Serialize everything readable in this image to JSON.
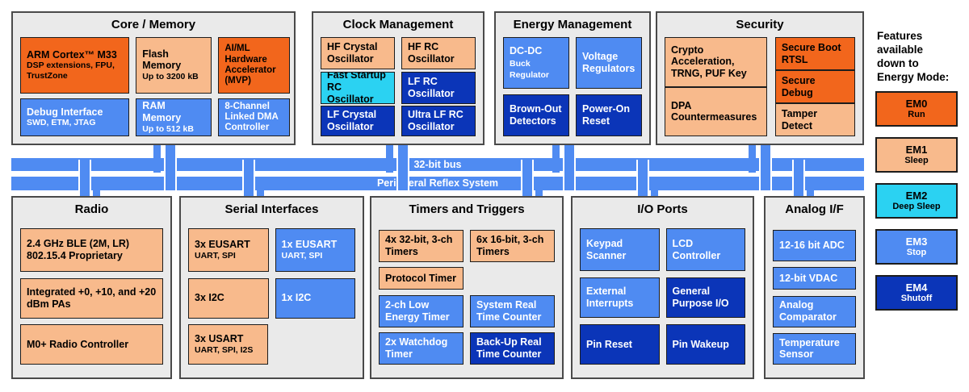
{
  "diagram": {
    "colors": {
      "orange": "#F2661C",
      "peach": "#F8BA8C",
      "cyan": "#2BD2F2",
      "blue": "#4F8BF2",
      "navy": "#0B35B8",
      "bus": "#4F8BF2",
      "section_bg": "#EAEAEA"
    },
    "buses": [
      {
        "label": "32-bit bus"
      },
      {
        "label": "Peripheral Reflex System"
      }
    ],
    "legend": {
      "heading": "Features\navailable\ndown to\nEnergy Mode:",
      "modes": [
        {
          "name": "EM0",
          "desc": "Run",
          "bg": "#F2661C",
          "fg": "#000000"
        },
        {
          "name": "EM1",
          "desc": "Sleep",
          "bg": "#F8BA8C",
          "fg": "#000000"
        },
        {
          "name": "EM2",
          "desc": "Deep Sleep",
          "bg": "#2BD2F2",
          "fg": "#000000"
        },
        {
          "name": "EM3",
          "desc": "Stop",
          "bg": "#4F8BF2",
          "fg": "#FFFFFF"
        },
        {
          "name": "EM4",
          "desc": "Shutoff",
          "bg": "#0B35B8",
          "fg": "#FFFFFF"
        }
      ]
    },
    "sections": [
      {
        "id": "core-memory",
        "title": "Core / Memory",
        "layout": "rows",
        "rows": [
          {
            "h": 70,
            "cells": [
              {
                "title": "ARM Cortex™ M33",
                "sub": "DSP extensions, FPU, TrustZone",
                "variant": "orange",
                "w": 41
              },
              {
                "title": "Flash Memory",
                "sub": "Up to 3200 kB",
                "variant": "peach",
                "w": 28.5
              },
              {
                "title": "AI/ML Hardware Accelerator (MVP)",
                "variant": "orange",
                "w": 27,
                "compact": true
              }
            ]
          },
          {
            "h": 47,
            "cells": [
              {
                "title": "Debug Interface",
                "sub": "SWD, ETM, JTAG",
                "variant": "blue",
                "w": 41
              },
              {
                "title": "RAM Memory",
                "sub": "Up to 512 kB",
                "variant": "blue",
                "w": 28.5
              },
              {
                "title": "8-Channel Linked DMA Controller",
                "variant": "blue",
                "w": 27,
                "compact": true
              }
            ]
          }
        ]
      },
      {
        "id": "clock-management",
        "title": "Clock Management",
        "layout": "rows",
        "rows": [
          {
            "h": 40,
            "cells": [
              {
                "title": "HF Crystal Oscillator",
                "variant": "peach"
              },
              {
                "title": "HF RC Oscillator",
                "variant": "peach"
              }
            ]
          },
          {
            "h": 40,
            "cells": [
              {
                "title": "Fast Startup RC Oscillator",
                "variant": "cyan"
              },
              {
                "title": "LF RC Oscillator",
                "variant": "navy"
              }
            ]
          },
          {
            "h": 38,
            "cells": [
              {
                "title": "LF Crystal Oscillator",
                "variant": "navy"
              },
              {
                "title": "Ultra LF RC Oscillator",
                "variant": "navy"
              }
            ]
          }
        ]
      },
      {
        "id": "energy-management",
        "title": "Energy Management",
        "layout": "rows",
        "rows": [
          {
            "h": 64,
            "cells": [
              {
                "title": "DC-DC",
                "inline_sub": "Buck Regulator",
                "variant": "blue"
              },
              {
                "title": "Voltage Regulators",
                "variant": "blue"
              }
            ]
          },
          {
            "h": 52,
            "cells": [
              {
                "title": "Brown-Out Detectors",
                "variant": "navy"
              },
              {
                "title": "Power-On Reset",
                "variant": "navy"
              }
            ]
          }
        ]
      },
      {
        "id": "security",
        "title": "Security",
        "layout": "cols",
        "cols": [
          {
            "w": 54,
            "cells": [
              {
                "title": "Crypto Acceleration, TRNG, PUF Key",
                "variant": "peach",
                "h": 70
              },
              {
                "title": "DPA Countermeasures",
                "variant": "peach",
                "h": 50
              }
            ]
          },
          {
            "w": 42,
            "cells": [
              {
                "title": "Secure Boot RTSL",
                "variant": "orange",
                "h": 36
              },
              {
                "title": "Secure Debug",
                "variant": "orange",
                "h": 27
              },
              {
                "title": "Tamper Detect",
                "variant": "peach",
                "h": 50
              }
            ]
          }
        ]
      },
      {
        "id": "radio",
        "title": "Radio",
        "layout": "rows",
        "rows": [
          {
            "h": 54,
            "cells": [
              {
                "title": "2.4 GHz BLE (2M, LR) 802.15.4 Proprietary",
                "variant": "peach"
              }
            ]
          },
          {
            "h": 50,
            "cells": [
              {
                "title": "Integrated +0,  +10, and +20 dBm PAs",
                "variant": "peach"
              }
            ]
          },
          {
            "h": 50,
            "cells": [
              {
                "title": "M0+ Radio Controller",
                "variant": "peach"
              }
            ]
          }
        ]
      },
      {
        "id": "serial-interfaces",
        "title": "Serial Interfaces",
        "layout": "rows",
        "rows": [
          {
            "h": 54,
            "cells": [
              {
                "title": "3x EUSART",
                "sub": "UART, SPI",
                "variant": "peach"
              },
              {
                "title": "1x EUSART",
                "sub": "UART, SPI",
                "variant": "blue"
              }
            ]
          },
          {
            "h": 50,
            "cells": [
              {
                "title": "3x I2C",
                "variant": "peach"
              },
              {
                "title": "1x I2C",
                "variant": "blue"
              }
            ]
          },
          {
            "h": 50,
            "cells": [
              {
                "title": "3x USART",
                "sub": "UART, SPI, I2S",
                "variant": "peach",
                "w": 48
              },
              null
            ]
          }
        ]
      },
      {
        "id": "timers-and-triggers",
        "title": "Timers and Triggers",
        "layout": "rows",
        "rows": [
          {
            "h": 40,
            "cells": [
              {
                "title": "4x 32-bit, 3-ch Timers",
                "variant": "peach"
              },
              {
                "title": "6x 16-bit, 3-ch Timers",
                "variant": "peach"
              }
            ]
          },
          {
            "h": 28,
            "cells": [
              {
                "title": "Protocol Timer",
                "variant": "peach",
                "w": 48
              },
              null
            ]
          },
          {
            "h": 40,
            "cells": [
              {
                "title": "2-ch Low Energy Timer",
                "variant": "blue"
              },
              {
                "title": "System Real Time Counter",
                "variant": "blue"
              }
            ]
          },
          {
            "h": 40,
            "cells": [
              {
                "title": "2x Watchdog Timer",
                "variant": "blue"
              },
              {
                "title": "Back-Up Real Time Counter",
                "variant": "navy"
              }
            ]
          }
        ]
      },
      {
        "id": "io-ports",
        "title": "I/O Ports",
        "layout": "rows",
        "rows": [
          {
            "h": 53,
            "cells": [
              {
                "title": "Keypad Scanner",
                "variant": "blue"
              },
              {
                "title": "LCD Controller",
                "variant": "blue"
              }
            ]
          },
          {
            "h": 50,
            "cells": [
              {
                "title": "External Interrupts",
                "variant": "blue"
              },
              {
                "title": "General Purpose I/O",
                "variant": "navy"
              }
            ]
          },
          {
            "h": 50,
            "cells": [
              {
                "title": "Pin Reset",
                "variant": "navy"
              },
              {
                "title": "Pin Wakeup",
                "variant": "navy"
              }
            ]
          }
        ]
      },
      {
        "id": "analog-if",
        "title": "Analog I/F",
        "layout": "rows",
        "rows": [
          {
            "h": 39,
            "cells": [
              {
                "title": "12-16 bit ADC",
                "variant": "blue"
              }
            ]
          },
          {
            "h": 28,
            "cells": [
              {
                "title": "12-bit VDAC",
                "variant": "blue"
              }
            ]
          },
          {
            "h": 39,
            "cells": [
              {
                "title": "Analog Comparator",
                "variant": "blue"
              }
            ]
          },
          {
            "h": 39,
            "cells": [
              {
                "title": "Temperature Sensor",
                "variant": "blue"
              }
            ]
          }
        ]
      }
    ]
  }
}
